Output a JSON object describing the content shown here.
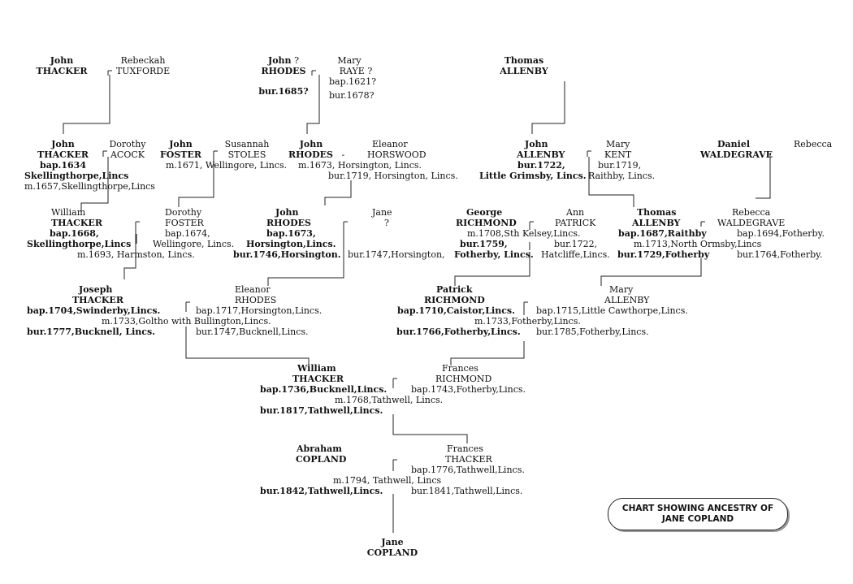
{
  "title": {
    "line1": "CHART SHOWING ANCESTRY OF",
    "line2": "JANE COPLAND"
  },
  "people": {
    "john_thacker_1": {
      "first": "John",
      "last": "THACKER"
    },
    "rebeckah_tuxforde": {
      "first": "Rebeckah",
      "last": "TUXFORDE"
    },
    "john_rhodes_1": {
      "first": "John",
      "q": "?",
      "last": "RHODES",
      "bur": "bur.1685?"
    },
    "mary_raye": {
      "first": "Mary",
      "last": "RAYE ?",
      "bap": "bap.1621?",
      "bur": "bur.1678?"
    },
    "thomas_allenby_1": {
      "first": "Thomas",
      "last": "ALLENBY"
    },
    "john_thacker_2": {
      "first": "John",
      "last": "THACKER",
      "bap": "bap.1634",
      "place": "Skellingthorpe,Lincs",
      "marr": "m.1657,Skellingthorpe,Lincs"
    },
    "dorothy_acock": {
      "first": "Dorothy",
      "last": "ACOCK"
    },
    "john_foster": {
      "first": "John",
      "last": "FOSTER",
      "marr": "m.1671, Wellingore, Lincs."
    },
    "susannah_stoles": {
      "first": "Susannah",
      "last": "STOLES"
    },
    "john_rhodes_2": {
      "first": "John",
      "last": "RHODES",
      "dash": "-",
      "marr": "m.1673, Horsington, Lincs."
    },
    "eleanor_horswood": {
      "first": "Eleanor",
      "last": "HORSWOOD",
      "bur": "bur.1719, Horsington, Lincs."
    },
    "john_allenby": {
      "first": "John",
      "last": "ALLENBY",
      "bur": "bur.1722,",
      "place": "Little Grimsby, Lincs."
    },
    "mary_kent": {
      "first": "Mary",
      "last": "KENT",
      "bur": "bur.1719,",
      "place": "Raithby, Lincs."
    },
    "daniel_waldegrave": {
      "first": "Daniel",
      "last": "WALDEGRAVE"
    },
    "rebecca_1": {
      "first": "Rebecca"
    },
    "william_thacker_1": {
      "first": "William",
      "last": "THACKER",
      "bap": "bap.1668,",
      "place": "Skellingthorpe,Lincs",
      "marr": "m.1693, Harmston, Lincs."
    },
    "dorothy_foster": {
      "first": "Dorothy",
      "last": "FOSTER",
      "bap": "bap.1674,",
      "place": "Wellingore, Lincs."
    },
    "john_rhodes_3": {
      "first": "John",
      "last": "RHODES",
      "bap": "bap.1673,",
      "place": "Horsington,Lincs.",
      "bur": "bur.1746,Horsington."
    },
    "jane_q": {
      "first": "Jane",
      "last": "?",
      "bur": "bur.1747,Horsington,"
    },
    "george_richmond": {
      "first": "George",
      "last": "RICHMOND",
      "marr": "m.1708,Sth Kelsey,Lincs.",
      "bur": "bur.1759,",
      "place": "Fotherby, Lincs."
    },
    "ann_patrick": {
      "first": "Ann",
      "last": "PATRICK",
      "bur": "bur.1722,",
      "place": "Hatcliffe,Lincs."
    },
    "thomas_allenby_2": {
      "first": "Thomas",
      "last": "ALLENBY",
      "bap": "bap.1687,Raithby",
      "marr": "m.1713,North Ormsby,Lincs",
      "bur": "bur.1729,Fotherby"
    },
    "rebecca_waldegrave": {
      "first": "Rebecca",
      "last": "WALDEGRAVE",
      "bap": "bap.1694,Fotherby.",
      "bur": "bur.1764,Fotherby."
    },
    "joseph_thacker": {
      "first": "Joseph",
      "last": "THACKER",
      "bap": "bap.1704,Swinderby,Lincs.",
      "marr": "m.1733,Goltho with Bullington,Lincs.",
      "bur": "bur.1777,Bucknell, Lincs."
    },
    "eleanor_rhodes": {
      "first": "Eleanor",
      "last": "RHODES",
      "bap": "bap.1717,Horsington,Lincs.",
      "bur": "bur.1747,Bucknell,Lincs."
    },
    "patrick_richmond": {
      "first": "Patrick",
      "last": "RICHMOND",
      "bap": "bap.1710,Caistor,Lincs.",
      "marr": "m.1733,Fotherby,Lincs.",
      "bur": "bur.1766,Fotherby,Lincs."
    },
    "mary_allenby": {
      "first": "Mary",
      "last": "ALLENBY",
      "bap": "bap.1715,Little Cawthorpe,Lincs.",
      "bur": "bur.1785,Fotherby,Lincs."
    },
    "william_thacker_2": {
      "first": "William",
      "last": "THACKER",
      "bap": "bap.1736,Bucknell,Lincs.",
      "marr": "m.1768,Tathwell, Lincs.",
      "bur": "bur.1817,Tathwell,Lincs."
    },
    "frances_richmond": {
      "first": "Frances",
      "last": "RICHMOND",
      "bap": "bap.1743,Fotherby,Lincs."
    },
    "abraham_copland": {
      "first": "Abraham",
      "last": "COPLAND",
      "marr": "m.1794, Tathwell, Lincs",
      "bur": "bur.1842,Tathwell,Lincs."
    },
    "frances_thacker": {
      "first": "Frances",
      "last": "THACKER",
      "bap": "bap.1776,Tathwell,Lincs.",
      "bur": "bur.1841,Tathwell,Lincs."
    },
    "jane_copland": {
      "first": "Jane",
      "last": "COPLAND"
    }
  }
}
